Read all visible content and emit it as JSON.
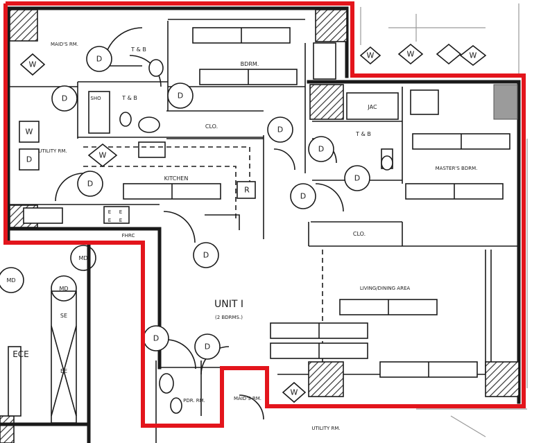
{
  "plan": {
    "unit_label": "UNIT I",
    "unit_sublabel": "(2 BDRMS.)",
    "outline_color": "#e3151c"
  },
  "rooms": {
    "maids_rm_top": "MAID'S RM.",
    "bdrm": "BDRM.",
    "utility_rm": "UTILITY RM.",
    "kitchen": "KITCHEN",
    "closet_mid": "CLO.",
    "closet_right": "CLO.",
    "masters_bdrm": "MASTER'S BDRM.",
    "living_dining": "LIVING/DINING AREA",
    "pdr_rm": "PDR. RM.",
    "maids_rm_bottom": "MAID'S RM.",
    "utility_bottom": "UTILITY RM.",
    "ece": "ECE",
    "fhrc": "FHRC",
    "jac": "JAC",
    "sho": "SHO"
  },
  "fixtures": {
    "tb_1": "T & B",
    "tb_2": "T & B",
    "tb_3": "T & B",
    "washer": "W",
    "dryer": "D",
    "fridge": "R",
    "md": "MD",
    "se": "SE",
    "ee": "EE",
    "stove_labels": [
      "E",
      "E",
      "E",
      "E"
    ]
  },
  "symbols": {
    "d": "D",
    "w": "W"
  }
}
